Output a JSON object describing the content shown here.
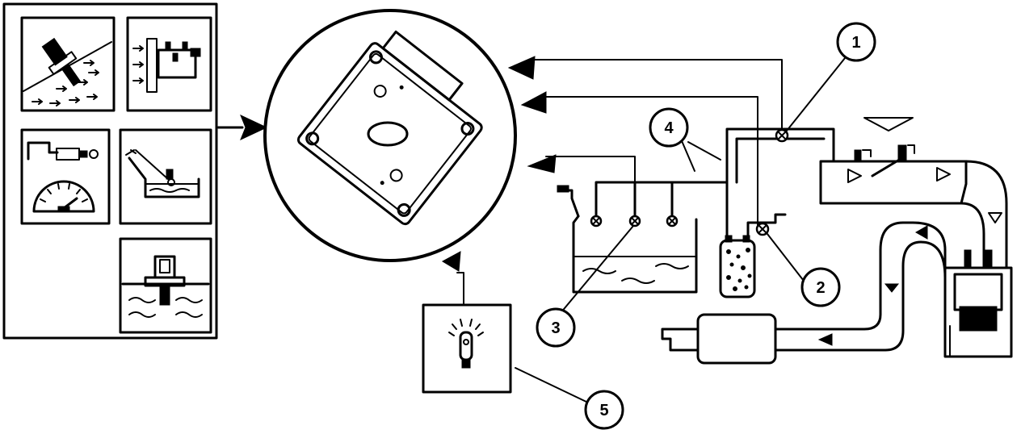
{
  "callouts": [
    {
      "id": "1",
      "label": "1"
    },
    {
      "id": "2",
      "label": "2"
    },
    {
      "id": "3",
      "label": "3"
    },
    {
      "id": "4",
      "label": "4"
    },
    {
      "id": "5",
      "label": "5"
    }
  ],
  "sensor_panels": [
    {
      "name": "airflow-sensor-panel"
    },
    {
      "name": "ignition-module-panel"
    },
    {
      "name": "speed-sensor-gauge-panel"
    },
    {
      "name": "fuel-level-sender-panel"
    },
    {
      "name": "coolant-temp-sensor-panel"
    }
  ],
  "colors": {
    "ink": "#000000",
    "paper": "#ffffff"
  }
}
